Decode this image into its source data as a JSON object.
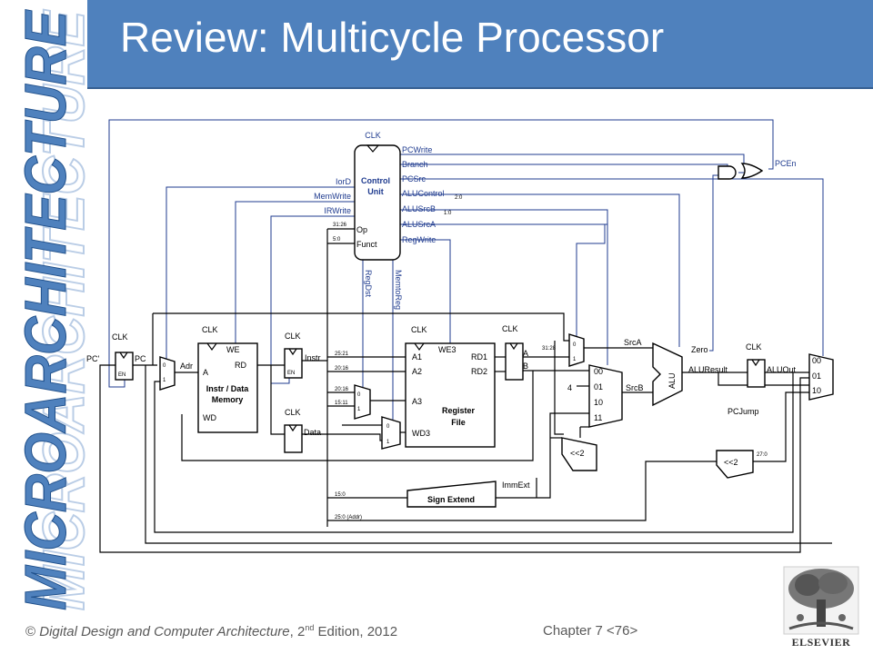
{
  "banner": {
    "text": "MICROARCHITECTURE",
    "color": "#4f81bd"
  },
  "title": "Review: Multicycle Processor",
  "footer": {
    "copyright": "©",
    "book": "Digital Design and Computer Architecture",
    "edition_num": ", 2",
    "edition_sup": "nd",
    "edition_rest": " Edition, 2012",
    "chapter": "Chapter 7 <76>"
  },
  "publisher": {
    "name": "ELSEVIER",
    "logo_icon": "tree-logo-icon"
  },
  "diagram": {
    "control_unit": {
      "clk": "CLK",
      "name1": "Control",
      "name2": "Unit",
      "op": "Op",
      "funct": "Funct",
      "op_bits": "31:26",
      "funct_bits": "5:0"
    },
    "control_outputs_right": [
      "PCWrite",
      "Branch",
      "PCSrc",
      "ALUControl",
      "ALUSrcB",
      "ALUSrcA",
      "RegWrite"
    ],
    "alucontrol_bits": "2:0",
    "alusrcb_bits": "1:0",
    "control_outputs_left": [
      "IorD",
      "MemWrite",
      "IRWrite"
    ],
    "control_outputs_bottom": [
      "RegDst",
      "MemtoReg"
    ],
    "pcen": "PCEn",
    "pc": {
      "left": "PC'",
      "right": "PC",
      "clk": "CLK",
      "en": "EN"
    },
    "adr_mux": {
      "in0": "0",
      "in1": "1",
      "out": "Adr"
    },
    "memory": {
      "clk": "CLK",
      "we": "WE",
      "a": "A",
      "rd": "RD",
      "wd": "WD",
      "name1": "Instr / Data",
      "name2": "Memory"
    },
    "instr_reg": {
      "clk": "CLK",
      "en": "EN",
      "label": "Instr"
    },
    "data_reg": {
      "clk": "CLK",
      "label": "Data"
    },
    "bits": {
      "a1": "25:21",
      "a2": "20:16",
      "a3_0": "20:16",
      "a3_1": "15:11",
      "imm": "15:0",
      "jump": "25:0 (Addr)",
      "pcjump_hi": "31:28",
      "pcjump_lo": "27:0"
    },
    "a3_mux": {
      "in0": "0",
      "in1": "1"
    },
    "wd3_mux": {
      "in0": "0",
      "in1": "1"
    },
    "register_file": {
      "clk": "CLK",
      "we3": "WE3",
      "a1": "A1",
      "a2": "A2",
      "a3": "A3",
      "wd3": "WD3",
      "rd1": "RD1",
      "rd2": "RD2",
      "name1": "Register",
      "name2": "File"
    },
    "ab_regs": {
      "clk": "CLK",
      "a": "A",
      "b": "B"
    },
    "srca_mux": {
      "in0": "0",
      "in1": "1",
      "out": "SrcA"
    },
    "srcb_mux": {
      "in0": "00",
      "in1": "01",
      "in2": "10",
      "in3": "11",
      "const": "4",
      "out": "SrcB"
    },
    "alu": {
      "label": "ALU",
      "zero": "Zero",
      "result": "ALUResult"
    },
    "aluout": {
      "clk": "CLK",
      "label": "ALUOut"
    },
    "pc_mux": {
      "in0": "00",
      "in1": "01",
      "in2": "10"
    },
    "shift1": "<<2",
    "shift2": "<<2",
    "sign_extend": "Sign Extend",
    "immext": "ImmExt",
    "pcjump": "PCJump"
  }
}
